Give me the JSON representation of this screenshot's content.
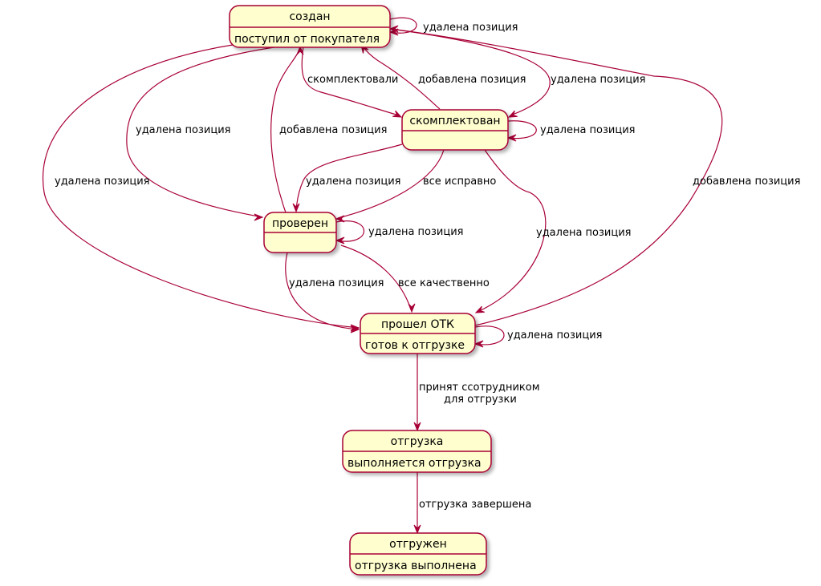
{
  "diagram": {
    "states": [
      {
        "id": "sozdan",
        "title": "создан",
        "desc": "поступил от покупателя"
      },
      {
        "id": "skomplektovan",
        "title": "скомплектован",
        "desc": ""
      },
      {
        "id": "proveren",
        "title": "проверен",
        "desc": ""
      },
      {
        "id": "proshel_otk",
        "title": "прошел ОТК",
        "desc": "готов к отгрузке"
      },
      {
        "id": "otgruzka",
        "title": "отгрузка",
        "desc": "выполняется отгрузка"
      },
      {
        "id": "otgruzhen",
        "title": "отгружен",
        "desc": "отгрузка выполнена"
      }
    ],
    "transitions": [
      {
        "id": "t1",
        "from": "sozdan",
        "to": "sozdan",
        "label": "удалена позиция"
      },
      {
        "id": "t2",
        "from": "sozdan",
        "to": "skomplektovan",
        "label": "скомплектовали"
      },
      {
        "id": "t3",
        "from": "skomplektovan",
        "to": "sozdan",
        "label": "добавлена позиция"
      },
      {
        "id": "t4",
        "from": "sozdan",
        "to": "skomplektovan",
        "label": "удалена позиция"
      },
      {
        "id": "t5",
        "from": "skomplektovan",
        "to": "skomplektovan",
        "label": "удалена позиция"
      },
      {
        "id": "t6",
        "from": "sozdan",
        "to": "proveren",
        "label": "удалена позиция"
      },
      {
        "id": "t7",
        "from": "proveren",
        "to": "sozdan",
        "label": "добавлена позиция"
      },
      {
        "id": "t8",
        "from": "skomplektovan",
        "to": "proveren",
        "label": "удалена позиция"
      },
      {
        "id": "t9",
        "from": "skomplektovan",
        "to": "proveren",
        "label": "все исправно"
      },
      {
        "id": "t10",
        "from": "proveren",
        "to": "proveren",
        "label": "удалена позиция"
      },
      {
        "id": "t11",
        "from": "sozdan",
        "to": "proshel_otk",
        "label": "удалена позиция"
      },
      {
        "id": "t12",
        "from": "proshel_otk",
        "to": "sozdan",
        "label": "добавлена позиция"
      },
      {
        "id": "t13",
        "from": "skomplektovan",
        "to": "proshel_otk",
        "label": "удалена позиция"
      },
      {
        "id": "t14",
        "from": "proveren",
        "to": "proshel_otk",
        "label": "удалена позиция"
      },
      {
        "id": "t15",
        "from": "proveren",
        "to": "proshel_otk",
        "label": "все качественно"
      },
      {
        "id": "t16",
        "from": "proshel_otk",
        "to": "proshel_otk",
        "label": "удалена позиция"
      },
      {
        "id": "t17",
        "from": "proshel_otk",
        "to": "otgruzka",
        "label": "принят ссотрудником\nдля отгрузки"
      },
      {
        "id": "t18",
        "from": "otgruzka",
        "to": "otgruzhen",
        "label": "отгрузка завершена"
      }
    ]
  }
}
